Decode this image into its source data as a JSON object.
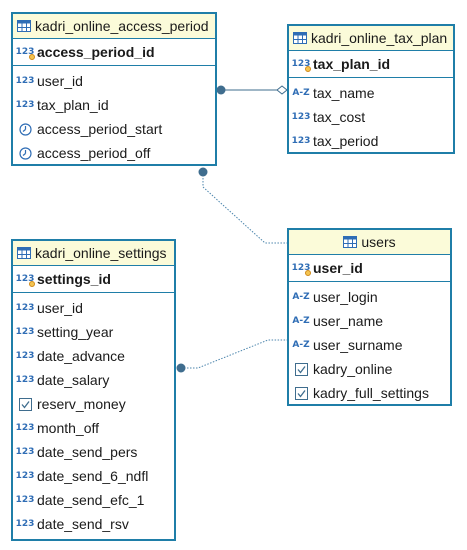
{
  "tables": {
    "access_period": {
      "name": "kadri_online_access_period",
      "pk": {
        "type": "123",
        "name": "access_period_id"
      },
      "columns": [
        {
          "type": "123",
          "name": "user_id"
        },
        {
          "type": "123",
          "name": "tax_plan_id"
        },
        {
          "type": "clock",
          "name": "access_period_start"
        },
        {
          "type": "clock",
          "name": "access_period_off"
        }
      ]
    },
    "tax_plan": {
      "name": "kadri_online_tax_plan",
      "pk": {
        "type": "123",
        "name": "tax_plan_id"
      },
      "columns": [
        {
          "type": "A-Z",
          "name": "tax_name"
        },
        {
          "type": "123",
          "name": "tax_cost"
        },
        {
          "type": "123",
          "name": "tax_period"
        }
      ]
    },
    "users": {
      "name": "users",
      "pk": {
        "type": "123",
        "name": "user_id"
      },
      "columns": [
        {
          "type": "A-Z",
          "name": "user_login"
        },
        {
          "type": "A-Z",
          "name": "user_name"
        },
        {
          "type": "A-Z",
          "name": "user_surname"
        },
        {
          "type": "check",
          "name": "kadry_online"
        },
        {
          "type": "check",
          "name": "kadry_full_settings"
        }
      ]
    },
    "settings": {
      "name": "kadri_online_settings",
      "pk": {
        "type": "123",
        "name": "settings_id"
      },
      "columns": [
        {
          "type": "123",
          "name": "user_id"
        },
        {
          "type": "123",
          "name": "setting_year"
        },
        {
          "type": "123",
          "name": "date_advance"
        },
        {
          "type": "123",
          "name": "date_salary"
        },
        {
          "type": "check",
          "name": "reserv_money"
        },
        {
          "type": "123",
          "name": "month_off"
        },
        {
          "type": "123",
          "name": "date_send_pers"
        },
        {
          "type": "123",
          "name": "date_send_6_ndfl"
        },
        {
          "type": "123",
          "name": "date_send_efc_1"
        },
        {
          "type": "123",
          "name": "date_send_rsv"
        }
      ]
    }
  },
  "relationships": [
    {
      "from": "access_period",
      "to": "tax_plan",
      "style": "solid"
    },
    {
      "from": "access_period",
      "to": "users",
      "style": "dotted"
    },
    {
      "from": "settings",
      "to": "users",
      "style": "dotted"
    }
  ],
  "colors": {
    "border": "#1f7ea8",
    "header_bg": "#fbfbd9",
    "connector": "#3f6d8e",
    "type_icon": "#2f6db5"
  }
}
